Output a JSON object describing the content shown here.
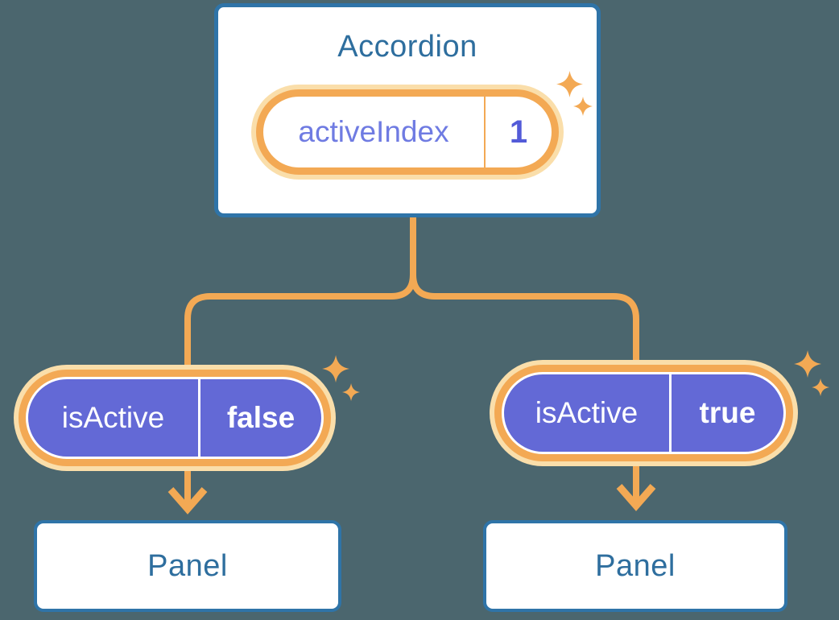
{
  "accordion": {
    "title": "Accordion",
    "state_label": "activeIndex",
    "state_value": "1"
  },
  "left_branch": {
    "prop_label": "isActive",
    "prop_value": "false",
    "panel_label": "Panel"
  },
  "right_branch": {
    "prop_label": "isActive",
    "prop_value": "true",
    "panel_label": "Panel"
  },
  "icons": {
    "sparkle": "✦"
  },
  "colors": {
    "background": "#4b666e",
    "box_border_blue": "#2f74a8",
    "title_text_blue": "#2e6e9e",
    "connector_orange": "#f3a954",
    "halo_cream": "#fadeaa",
    "pill_purple": "#6369d6",
    "state_label_purple": "#6f7be2",
    "state_value_purple": "#535bd8",
    "pill_text_white": "#ffffff"
  }
}
